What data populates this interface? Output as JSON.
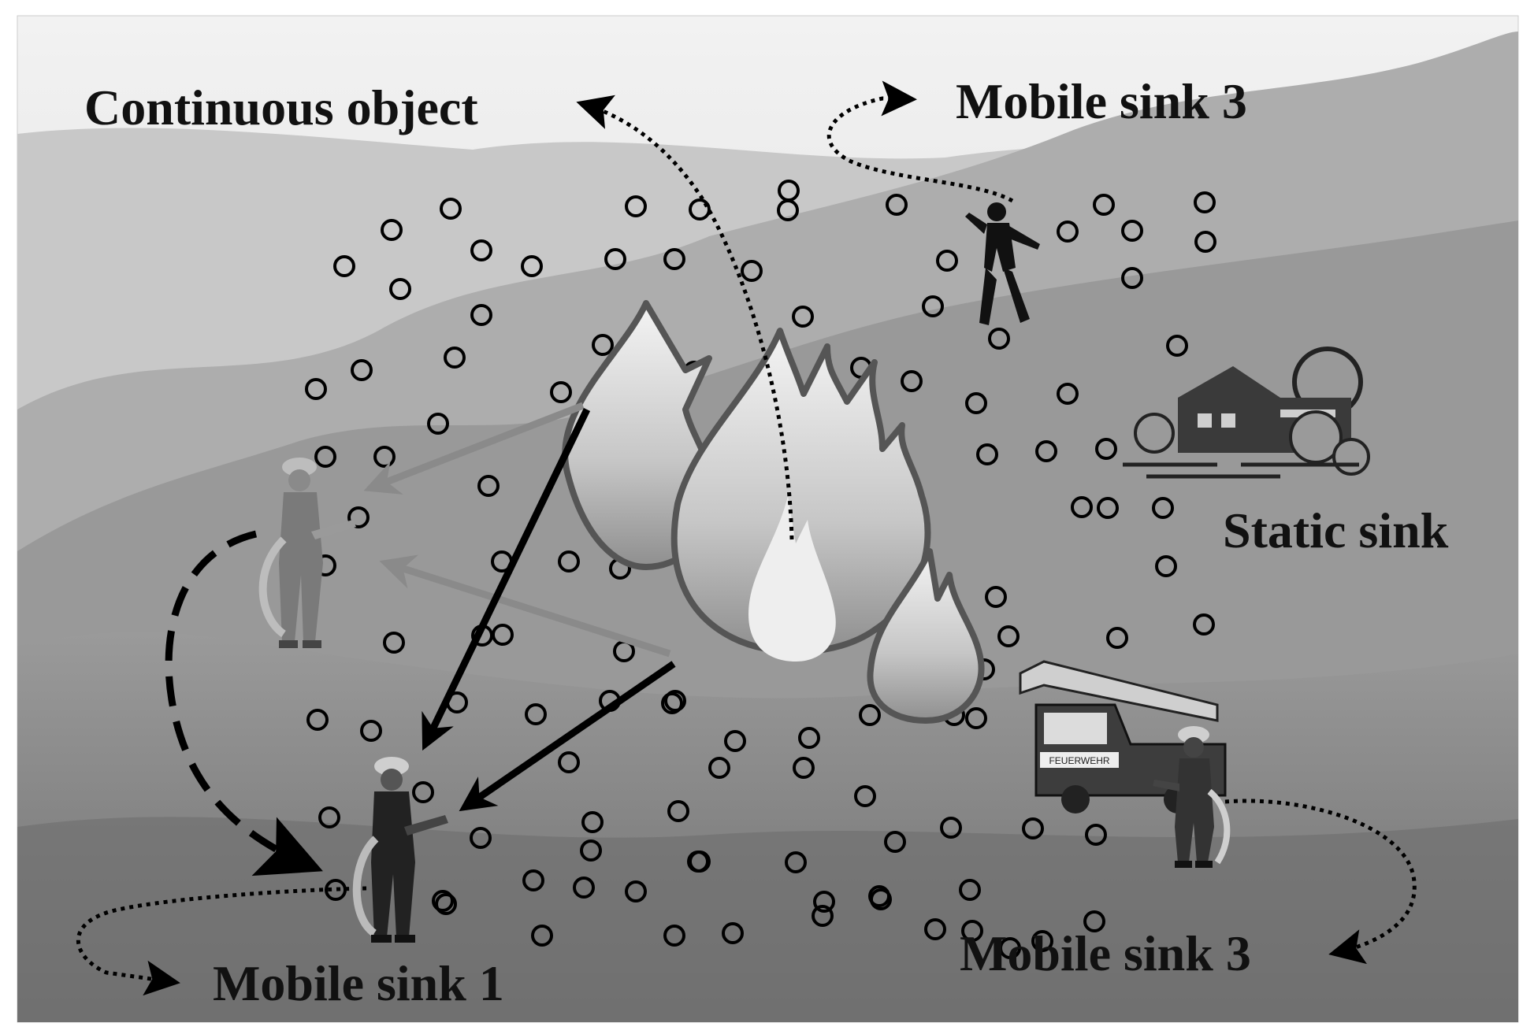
{
  "labels": {
    "continuous_object": "Continuous object",
    "mobile_sink_3_top": "Mobile sink 3",
    "static_sink": "Static sink",
    "mobile_sink_3_bottom": "Mobile sink 3",
    "mobile_sink_1": "Mobile sink 1"
  },
  "truck_text": "FEUERWEHR",
  "colors": {
    "sky": "#e9e9e9",
    "mountain_far": "#b9b9b9",
    "mountain_near": "#8f8f8f",
    "flame_fill": "#cfcfcf",
    "flame_stroke": "#555555",
    "arrow_black": "#000000",
    "arrow_gray": "#8a8a8a",
    "node_stroke": "#000000"
  },
  "icons": [
    "fire-icon",
    "firefighter-icon",
    "walking-person-icon",
    "building-icon",
    "fire-truck-icon"
  ]
}
